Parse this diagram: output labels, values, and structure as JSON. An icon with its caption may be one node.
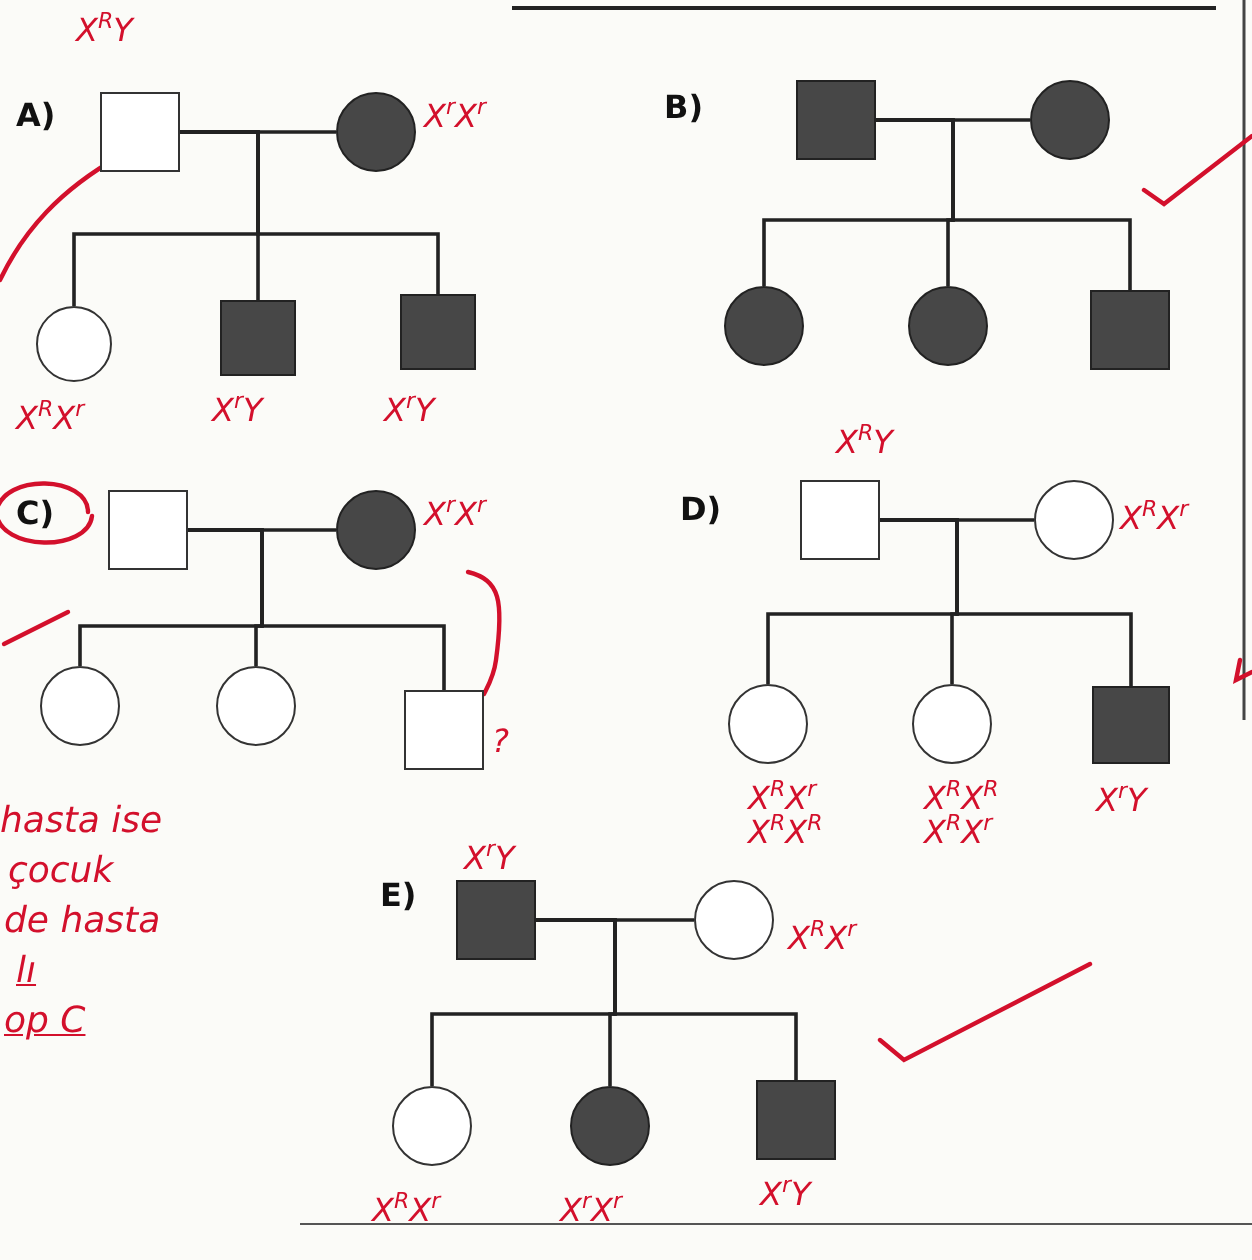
{
  "diagram": {
    "nodes": [
      {
        "text": [],
        "shape": "box",
        "beside": [
          "X$^{R}$Y"
        ]
      },
      {
        "text": [],
        "shape": "filled-circle",
        "beside": [
          "X$^{r}$X$^{r}$"
        ]
      },
      {
        "text": [],
        "shape": "circle",
        "beside": [
          "X$^{R}$X$^{r}$"
        ]
      },
      {
        "text": [],
        "shape": "filled-box",
        "beside": [
          "X$^{r}$Y"
        ]
      },
      {
        "text": [],
        "shape": "filled-box",
        "beside": [
          "X$^{r}$Y"
        ]
      },
      {
        "text": [],
        "shape": "filled-box"
      },
      {
        "text": [],
        "shape": "filled-circle"
      },
      {
        "text": [],
        "shape": "filled-circle"
      },
      {
        "text": [],
        "shape": "filled-circle"
      },
      {
        "text": [],
        "shape": "filled-box"
      },
      {
        "text": [],
        "shape": "box"
      },
      {
        "text": [],
        "shape": "filled-circle",
        "beside": [
          "X$^{r}$X$^{r}$"
        ]
      },
      {
        "text": [],
        "shape": "circle"
      },
      {
        "text": [],
        "shape": "circle"
      },
      {
        "text": [],
        "shape": "box",
        "beside": [
          "?"
        ]
      },
      {
        "text": [],
        "shape": "box",
        "beside": [
          "X$^{R}$Y"
        ]
      },
      {
        "text": [],
        "shape": "circle",
        "beside": [
          "X$^{R}$X$^{r}$"
        ]
      },
      {
        "text": [],
        "shape": "circle",
        "beside": [
          "X$^{R}$X$^{r}$",
          "X$^{R}$X$^{R}$"
        ]
      },
      {
        "text": [],
        "shape": "circle",
        "beside": [
          "X$^{R}$X$^{R}$",
          "X$^{R}$X$^{r}$"
        ]
      },
      {
        "text": [],
        "shape": "filled-box",
        "beside": [
          "X$^{r}$Y"
        ]
      },
      {
        "text": [],
        "shape": "filled-box",
        "beside": [
          "X$^{r}$Y"
        ]
      },
      {
        "text": [],
        "shape": "circle",
        "beside": [
          "X$^{R}$X$^{r}$"
        ]
      },
      {
        "text": [],
        "shape": "circle",
        "beside": [
          "X$^{R}$X$^{r}$"
        ]
      },
      {
        "text": [],
        "shape": "filled-circle",
        "beside": [
          "X$^{r}$X$^{r}$"
        ]
      },
      {
        "text": [],
        "shape": "filled-box",
        "beside": [
          "X$^{r}$Y"
        ]
      }
    ],
    "edges": [
      {
        "from": 0,
        "to": 1,
        "arrow": "none"
      },
      {
        "from": 0,
        "to": 2,
        "arrow": "none"
      },
      {
        "from": 0,
        "to": 3,
        "arrow": "none"
      },
      {
        "from": 0,
        "to": 4,
        "arrow": "none"
      },
      {
        "from": 5,
        "to": 6,
        "arrow": "none"
      },
      {
        "from": 5,
        "to": 7,
        "arrow": "none"
      },
      {
        "from": 5,
        "to": 8,
        "arrow": "none"
      },
      {
        "from": 5,
        "to": 9,
        "arrow": "none"
      },
      {
        "from": 10,
        "to": 11,
        "arrow": "none"
      },
      {
        "from": 10,
        "to": 12,
        "arrow": "none"
      },
      {
        "from": 10,
        "to": 13,
        "arrow": "none"
      },
      {
        "from": 10,
        "to": 14,
        "arrow": "none"
      },
      {
        "from": 15,
        "to": 16,
        "arrow": "none"
      },
      {
        "from": 15,
        "to": 17,
        "arrow": "none"
      },
      {
        "from": 15,
        "to": 18,
        "arrow": "none"
      },
      {
        "from": 15,
        "to": 19,
        "arrow": "none"
      },
      {
        "from": 20,
        "to": 21,
        "arrow": "none"
      },
      {
        "from": 20,
        "to": 22,
        "arrow": "none"
      },
      {
        "from": 20,
        "to": 23,
        "arrow": "none"
      },
      {
        "from": 20,
        "to": 24,
        "arrow": "none"
      }
    ],
    "labels": [
      "A)",
      "B)",
      "C)",
      "D)",
      "hasta ise",
      "çocuk",
      "de hasta",
      "lı",
      "op C",
      "E)"
    ]
  }
}
